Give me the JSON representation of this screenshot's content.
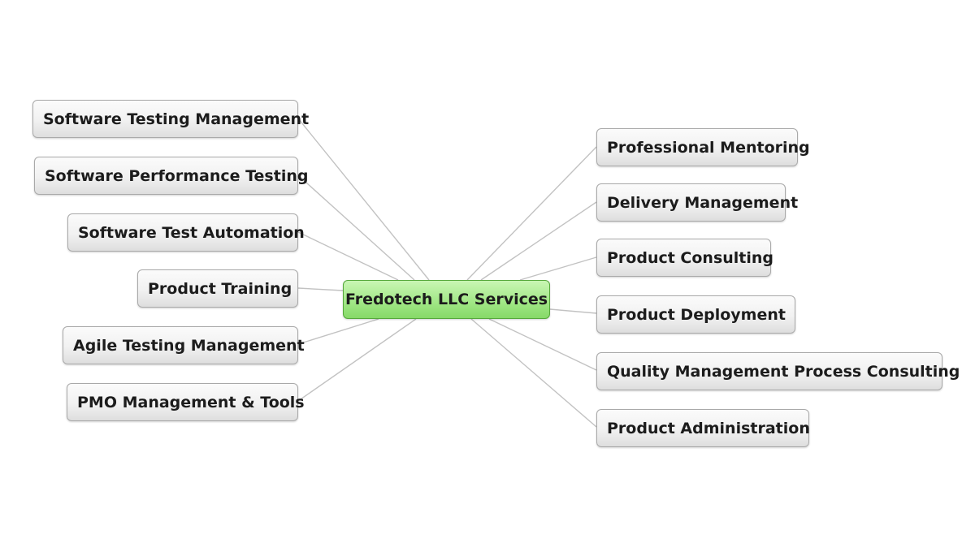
{
  "map": {
    "center": "Fredotech LLC Services",
    "left_topics": [
      "Software Testing Management",
      "Software Performance Testing",
      "Software Test Automation",
      "Product Training",
      "Agile Testing Management",
      "PMO Management & Tools"
    ],
    "right_topics": [
      "Professional Mentoring",
      "Delivery Management",
      "Product Consulting",
      "Product Deployment",
      "Quality Management Process Consulting",
      "Product Administration"
    ]
  },
  "colors": {
    "link": "#c2c2c2",
    "center_fill": "#a3e888",
    "center_border": "#56a83c",
    "node_border": "#a9a9a9"
  }
}
